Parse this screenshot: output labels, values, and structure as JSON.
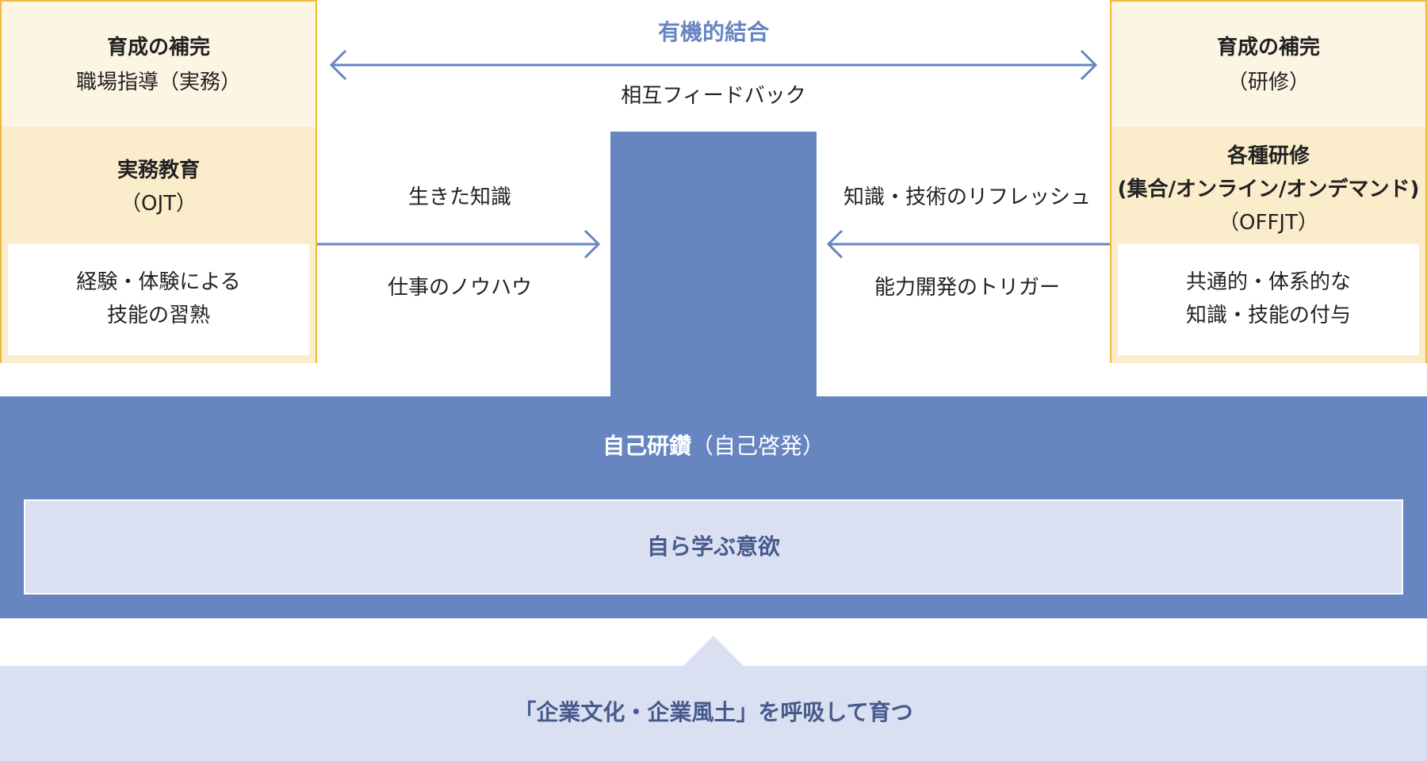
{
  "colors": {
    "panel_border": "#f0b93a",
    "panel_top_bg": "#fdf5e3",
    "panel_mid_bg": "#fbeccb",
    "blue": "#6785c1",
    "light_blue": "#dae0f2",
    "base_text": "#465a8c"
  },
  "left_panel": {
    "top_title": "育成の補完",
    "top_sub": "職場指導（実務）",
    "mid_title": "実務教育",
    "mid_sub": "（OJT）",
    "body_line1": "経験・体験による",
    "body_line2": "技能の習熟"
  },
  "right_panel": {
    "top_title": "育成の補完",
    "top_sub": "（研修）",
    "mid_title": "各種研修",
    "mid_title2": "(集合/オンライン/オンデマンド)",
    "mid_sub": "（OFFJT）",
    "body_line1": "共通的・体系的な",
    "body_line2": "知識・技能の付与"
  },
  "top_connector": {
    "label": "有機的結合",
    "sub": "相互フィードバック"
  },
  "left_arrow": {
    "label_top": "生きた知識",
    "label_bottom": "仕事のノウハウ"
  },
  "right_arrow": {
    "label_top": "知識・技術のリフレッシュ",
    "label_bottom": "能力開発のトリガー"
  },
  "band": {
    "title_bold": "自己研鑽",
    "title_normal": "（自己啓発）",
    "inner_label": "自ら学ぶ意欲"
  },
  "base": {
    "label": "「企業文化・企業風土」を呼吸して育つ"
  }
}
